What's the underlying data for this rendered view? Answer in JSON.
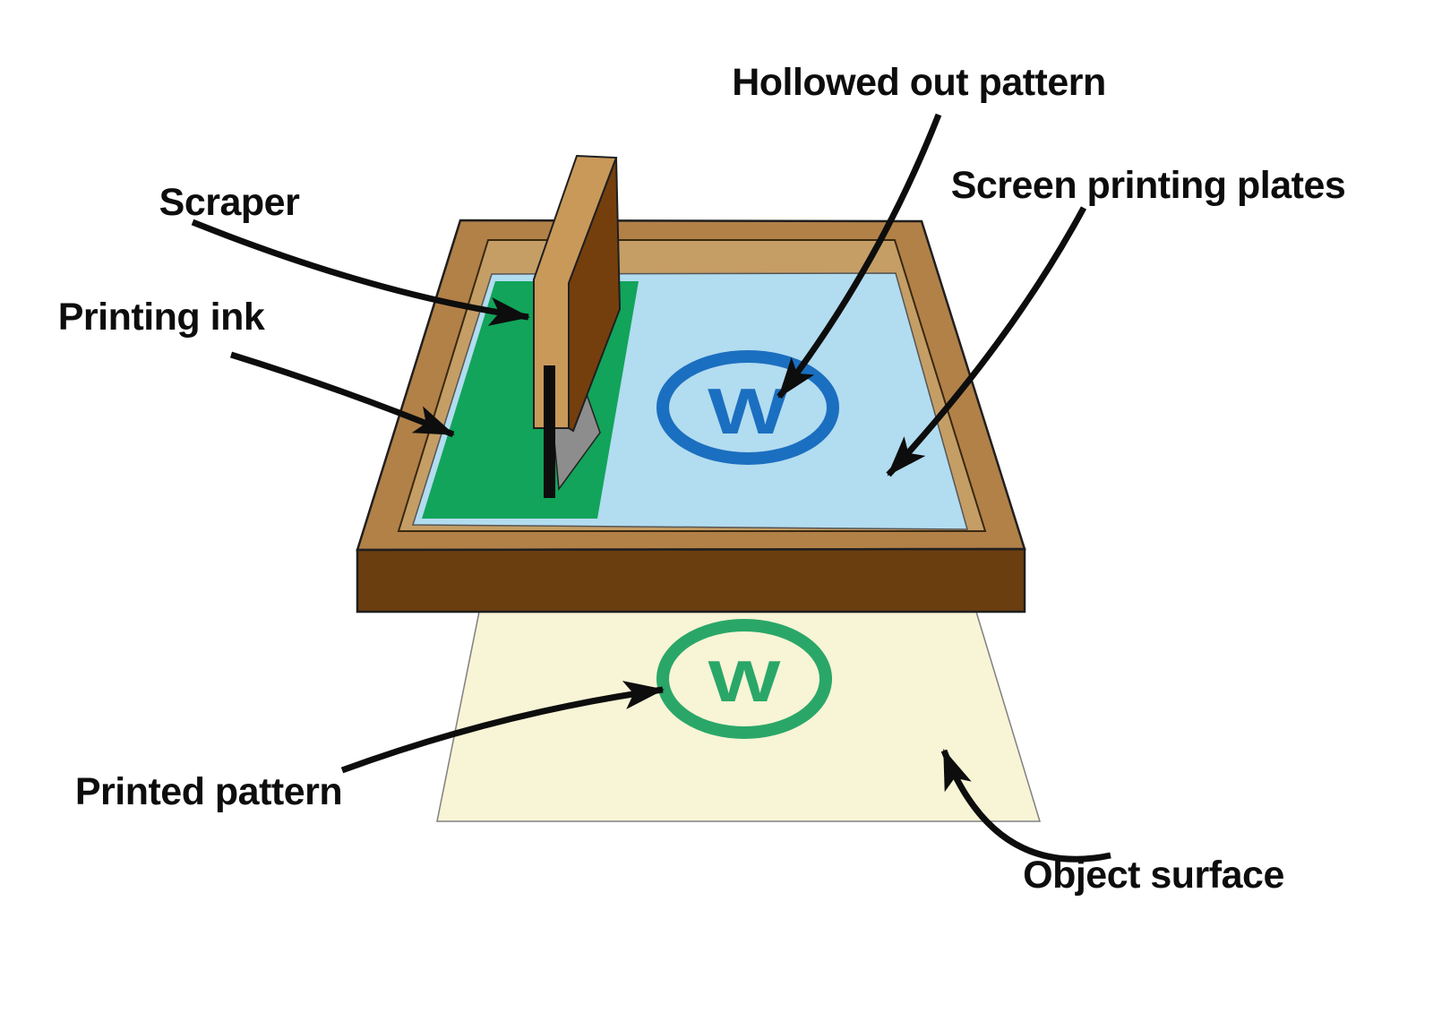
{
  "colors": {
    "background": "#ffffff",
    "frame_top": "#b28148",
    "frame_front": "#6b3e10",
    "frame_inner_wall": "#c59e66",
    "screen": "#b2dcf0",
    "ink": "#12a45a",
    "scraper_front": "#c9995a",
    "scraper_side": "#753f0d",
    "blade": "#8d8d8d",
    "handle_bar": "#0d0d0d",
    "object_surface": "#f8f4d6",
    "hollow_pattern_blue": "#1b6fc0",
    "printed_pattern_green": "#2aa768",
    "label_text": "#0d0d0d",
    "arrow": "#0d0d0d"
  },
  "patterns": {
    "hollowed_letter": "W",
    "printed_letter": "W"
  },
  "labels": {
    "hollowed": "Hollowed out pattern",
    "screen_plates": "Screen printing plates",
    "scraper": "Scraper",
    "printing_ink": "Printing ink",
    "printed_pattern": "Printed pattern",
    "object_surface": "Object surface"
  }
}
